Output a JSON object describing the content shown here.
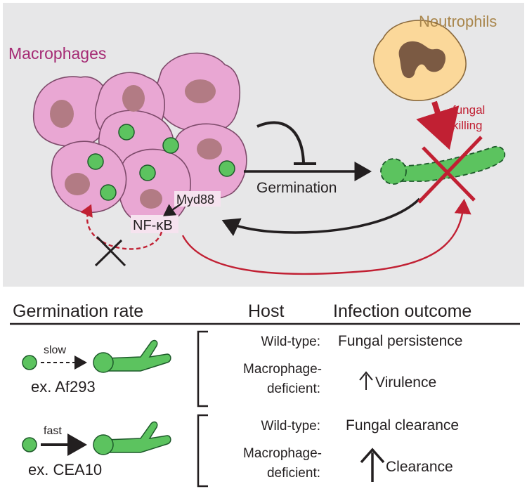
{
  "top_panel": {
    "macrophages_label": "Macrophages",
    "neutrophils_label": "Neutrophils",
    "fungal_killing_line1": "fungal",
    "fungal_killing_line2": "killing",
    "germination_label": "Germination",
    "myd88_label": "Myd88",
    "nfkb_label": "NF-κB"
  },
  "table": {
    "headers": {
      "germination_rate": "Germination rate",
      "host": "Host",
      "infection_outcome": "Infection outcome"
    },
    "rows": [
      {
        "speed_label": "slow",
        "strain_label": "ex. Af293",
        "hosts": [
          {
            "host_line1": "Wild-type:",
            "outcome": "Fungal persistence"
          },
          {
            "host_line1": "Macrophage-",
            "host_line2": "deficient:",
            "outcome": "Virulence",
            "arrow": "up-small"
          }
        ]
      },
      {
        "speed_label": "fast",
        "strain_label": "ex. CEA10",
        "hosts": [
          {
            "host_line1": "Wild-type:",
            "outcome": "Fungal clearance"
          },
          {
            "host_line1": "Macrophage-",
            "host_line2": "deficient:",
            "outcome": "Clearance",
            "arrow": "up-large"
          }
        ]
      }
    ]
  },
  "colors": {
    "panel_background": "#e7e7e8",
    "macrophage_fill": "#e9a7d3",
    "macrophage_nucleus": "#b27b84",
    "macrophage_label": "#a52a74",
    "conidia_green": "#5cc35f",
    "neutrophil_fill": "#fbd89a",
    "neutrophil_nucleus": "#7b5a43",
    "neutrophil_label": "#a9864c",
    "killing_red": "#c12033",
    "arrow_black": "#231f20"
  }
}
